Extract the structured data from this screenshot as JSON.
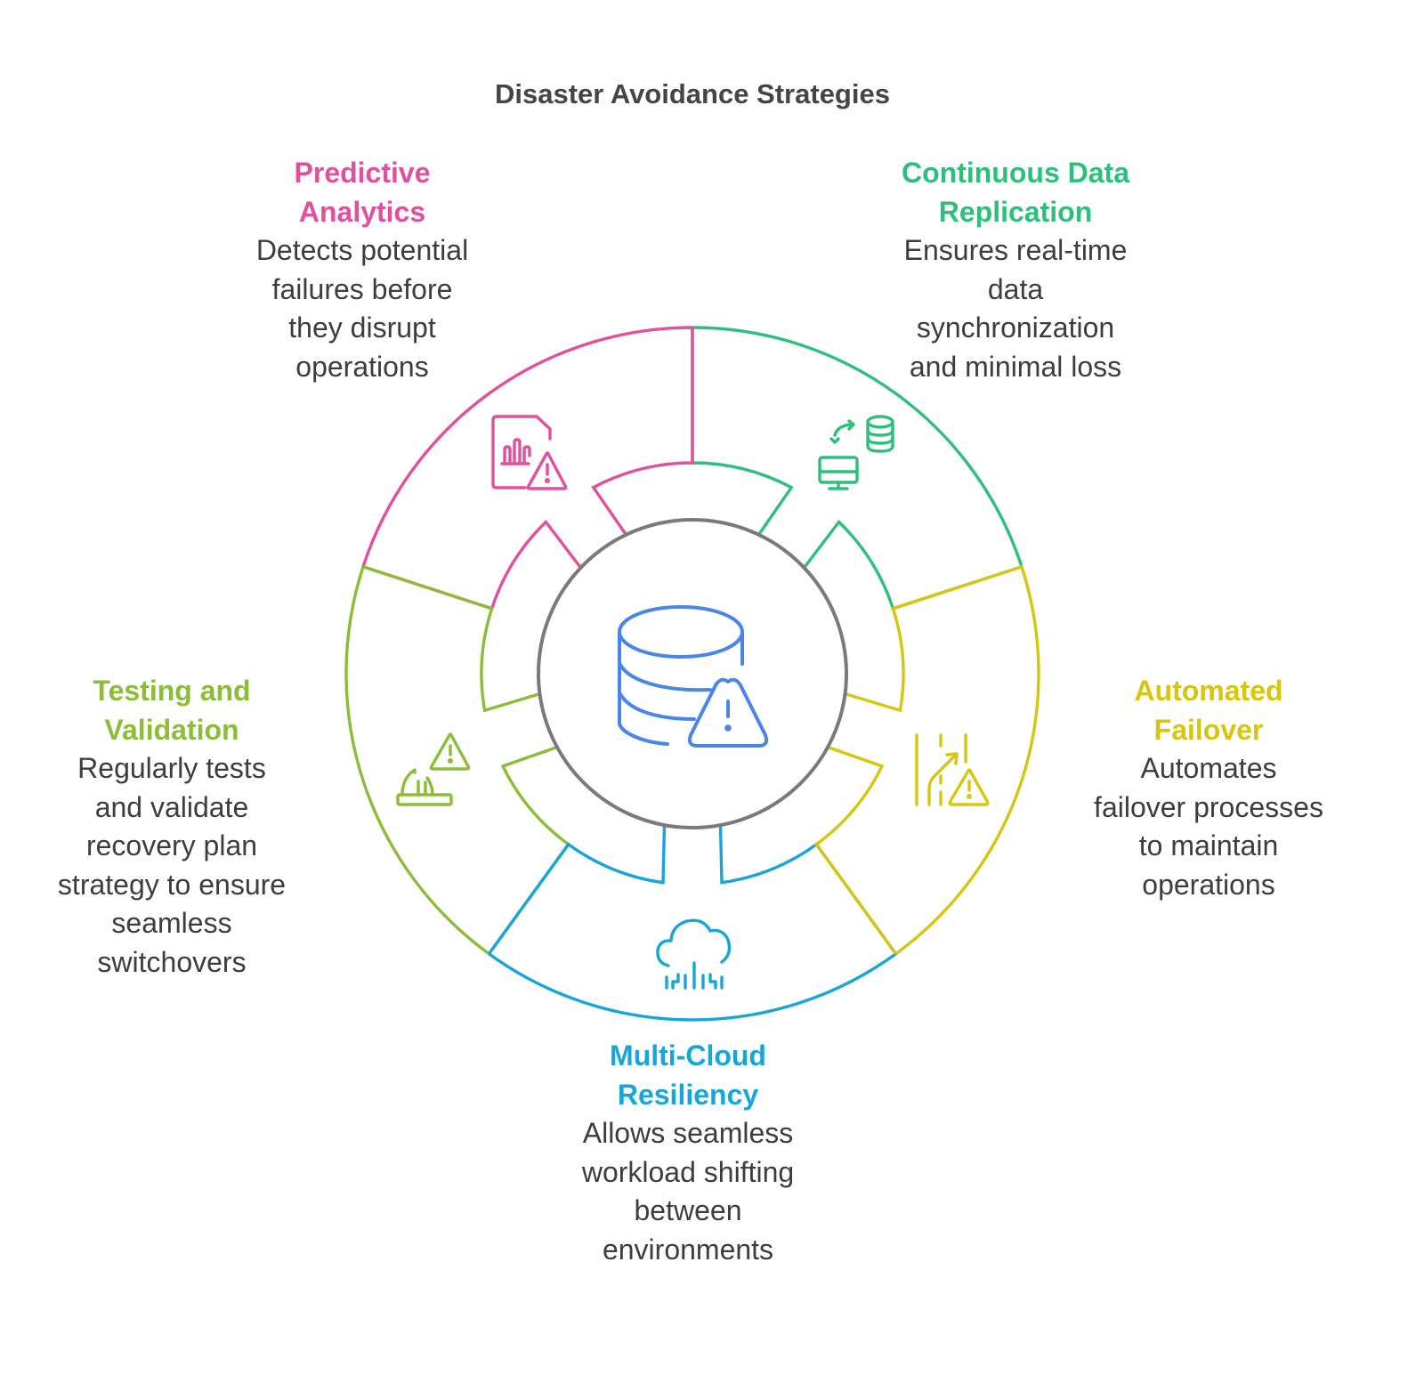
{
  "title": "Disaster Avoidance Strategies",
  "center": {
    "icon": "database-warning-icon",
    "color": "#4A86E8",
    "ring_color": "#7a7a7a"
  },
  "strategies": [
    {
      "id": "predictive-analytics",
      "heading_lines": [
        "Predictive",
        "Analytics"
      ],
      "body_lines": [
        "Detects potential",
        "failures before",
        "they disrupt",
        "operations"
      ],
      "color": "#E0509E",
      "icon": "report-chart-warning-icon"
    },
    {
      "id": "continuous-data-replication",
      "heading_lines": [
        "Continuous Data",
        "Replication"
      ],
      "body_lines": [
        "Ensures real-time",
        "data",
        "synchronization",
        "and minimal loss"
      ],
      "color": "#2DC07C",
      "icon": "database-sync-monitor-icon"
    },
    {
      "id": "automated-failover",
      "heading_lines": [
        "Automated",
        "Failover"
      ],
      "body_lines": [
        "Automates",
        "failover processes",
        "to maintain",
        "operations"
      ],
      "color": "#D8C60E",
      "icon": "route-switch-warning-icon"
    },
    {
      "id": "multi-cloud-resiliency",
      "heading_lines": [
        "Multi-Cloud",
        "Resiliency"
      ],
      "body_lines": [
        "Allows seamless",
        "workload shifting",
        "between",
        "environments"
      ],
      "color": "#18A6DA",
      "icon": "cloud-circuit-icon"
    },
    {
      "id": "testing-and-validation",
      "heading_lines": [
        "Testing and",
        "Validation"
      ],
      "body_lines": [
        "Regularly tests",
        "and validate",
        "recovery plan",
        "strategy to ensure",
        "seamless",
        "switchovers"
      ],
      "color": "#8CBD37",
      "icon": "test-lab-warning-icon"
    }
  ]
}
